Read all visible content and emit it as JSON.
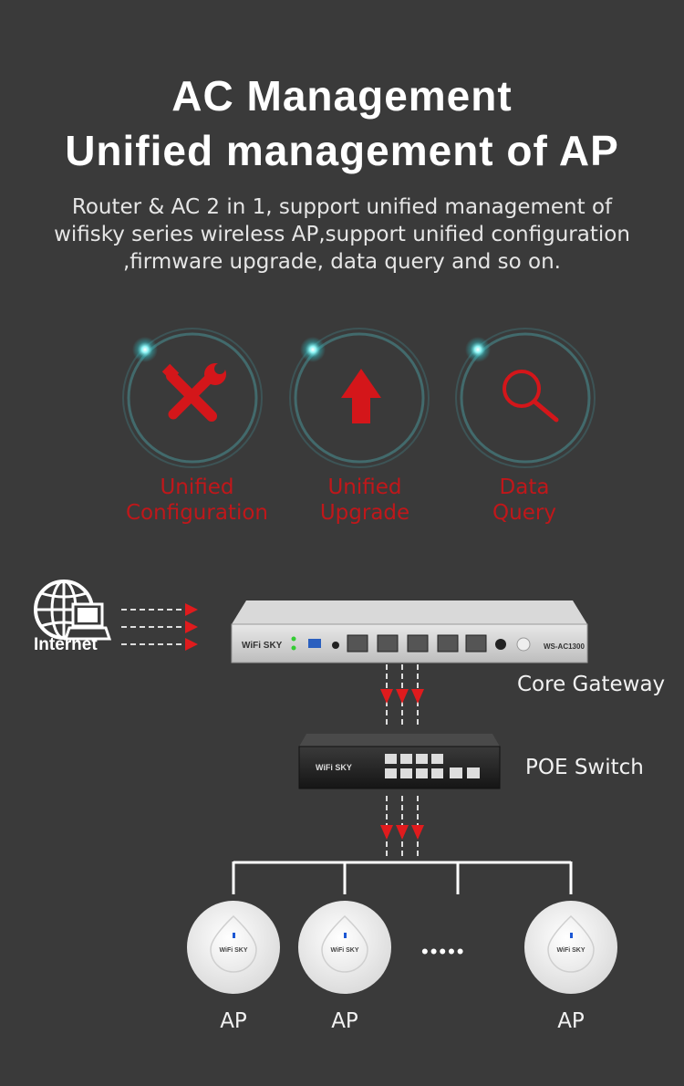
{
  "header": {
    "title_line1": "AC Management",
    "title_line2": "Unified management of AP",
    "description": "Router & AC 2 in 1, support unified management of wifisky series wireless AP,support unified  configuration ,firmware upgrade, data query and so on."
  },
  "features": [
    {
      "icon": "wrench-screwdriver-icon",
      "line1": "Unified",
      "line2": "Configuration"
    },
    {
      "icon": "arrow-up-icon",
      "line1": "Unified",
      "line2": "Upgrade"
    },
    {
      "icon": "magnifier-icon",
      "line1": "Data",
      "line2": "Query"
    }
  ],
  "diagram": {
    "internet_label": "Internet",
    "gateway_label": "Core Gateway",
    "switch_label": "POE Switch",
    "gateway_brand": "WiFi SKY",
    "gateway_model": "WS-AC1300",
    "switch_brand": "WiFi SKY",
    "ap_brand": "WiFi SKY",
    "ap_labels": [
      "AP",
      "AP",
      "AP"
    ],
    "ellipsis": "•••••"
  },
  "colors": {
    "background": "#3a3a3a",
    "accent_red": "#d4161a",
    "glow_cyan": "#5fe3e6",
    "ring": "#3e5a5c"
  }
}
